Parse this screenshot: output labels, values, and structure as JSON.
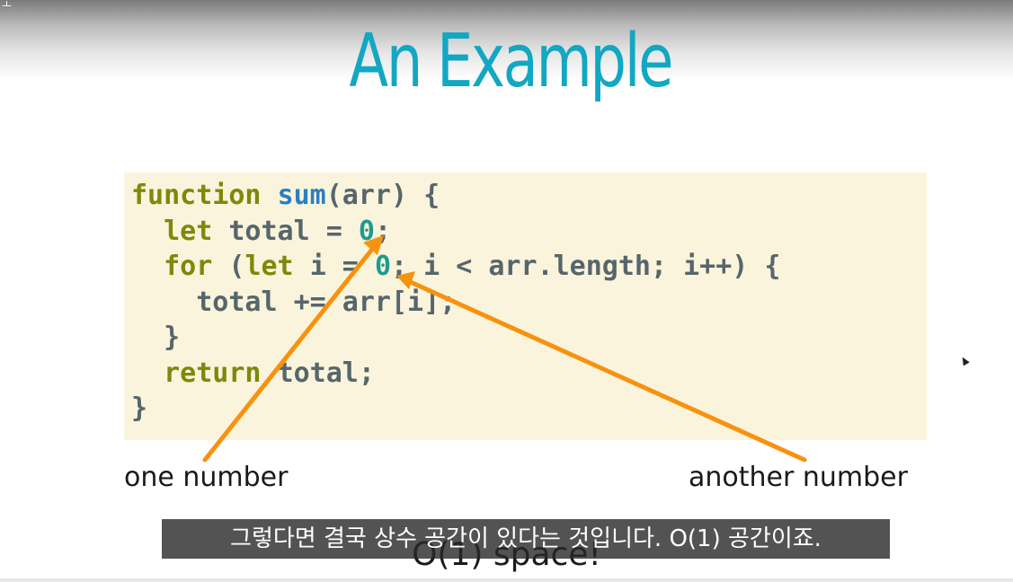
{
  "corner_mark": "ㅗ",
  "title": "An Example",
  "code": {
    "lines": [
      [
        {
          "t": "function ",
          "c": "kw"
        },
        {
          "t": "sum",
          "c": "fn"
        },
        {
          "t": "(arr) {",
          "c": "plain"
        }
      ],
      [
        {
          "t": "  let ",
          "c": "kw"
        },
        {
          "t": "total = ",
          "c": "plain"
        },
        {
          "t": "0",
          "c": "num"
        },
        {
          "t": ";",
          "c": "plain"
        }
      ],
      [
        {
          "t": "  for ",
          "c": "kw"
        },
        {
          "t": "(",
          "c": "plain"
        },
        {
          "t": "let ",
          "c": "kw"
        },
        {
          "t": "i = ",
          "c": "plain"
        },
        {
          "t": "0",
          "c": "num"
        },
        {
          "t": "; i < arr.length; i++) {",
          "c": "plain"
        }
      ],
      [
        {
          "t": "    total += arr[i];",
          "c": "plain"
        }
      ],
      [
        {
          "t": "  }",
          "c": "plain"
        }
      ],
      [
        {
          "t": "  return ",
          "c": "kw"
        },
        {
          "t": "total;",
          "c": "plain"
        }
      ],
      [
        {
          "t": "}",
          "c": "plain"
        }
      ]
    ]
  },
  "annotations": {
    "left_label": "one number",
    "right_label": "another number",
    "arrow_color": "#f7920f"
  },
  "caption": "O(1) space!",
  "subtitle": "그렇다면 결국 상수 공간이 있다는 것입니다. O(1) 공간이죠.",
  "colors": {
    "title": "#12a7c3",
    "code_background": "#fbf4dc",
    "keyword": "#7b8a0a",
    "function_name": "#2a7fc1",
    "number": "#1e9b8f",
    "code_text": "#56666b"
  }
}
